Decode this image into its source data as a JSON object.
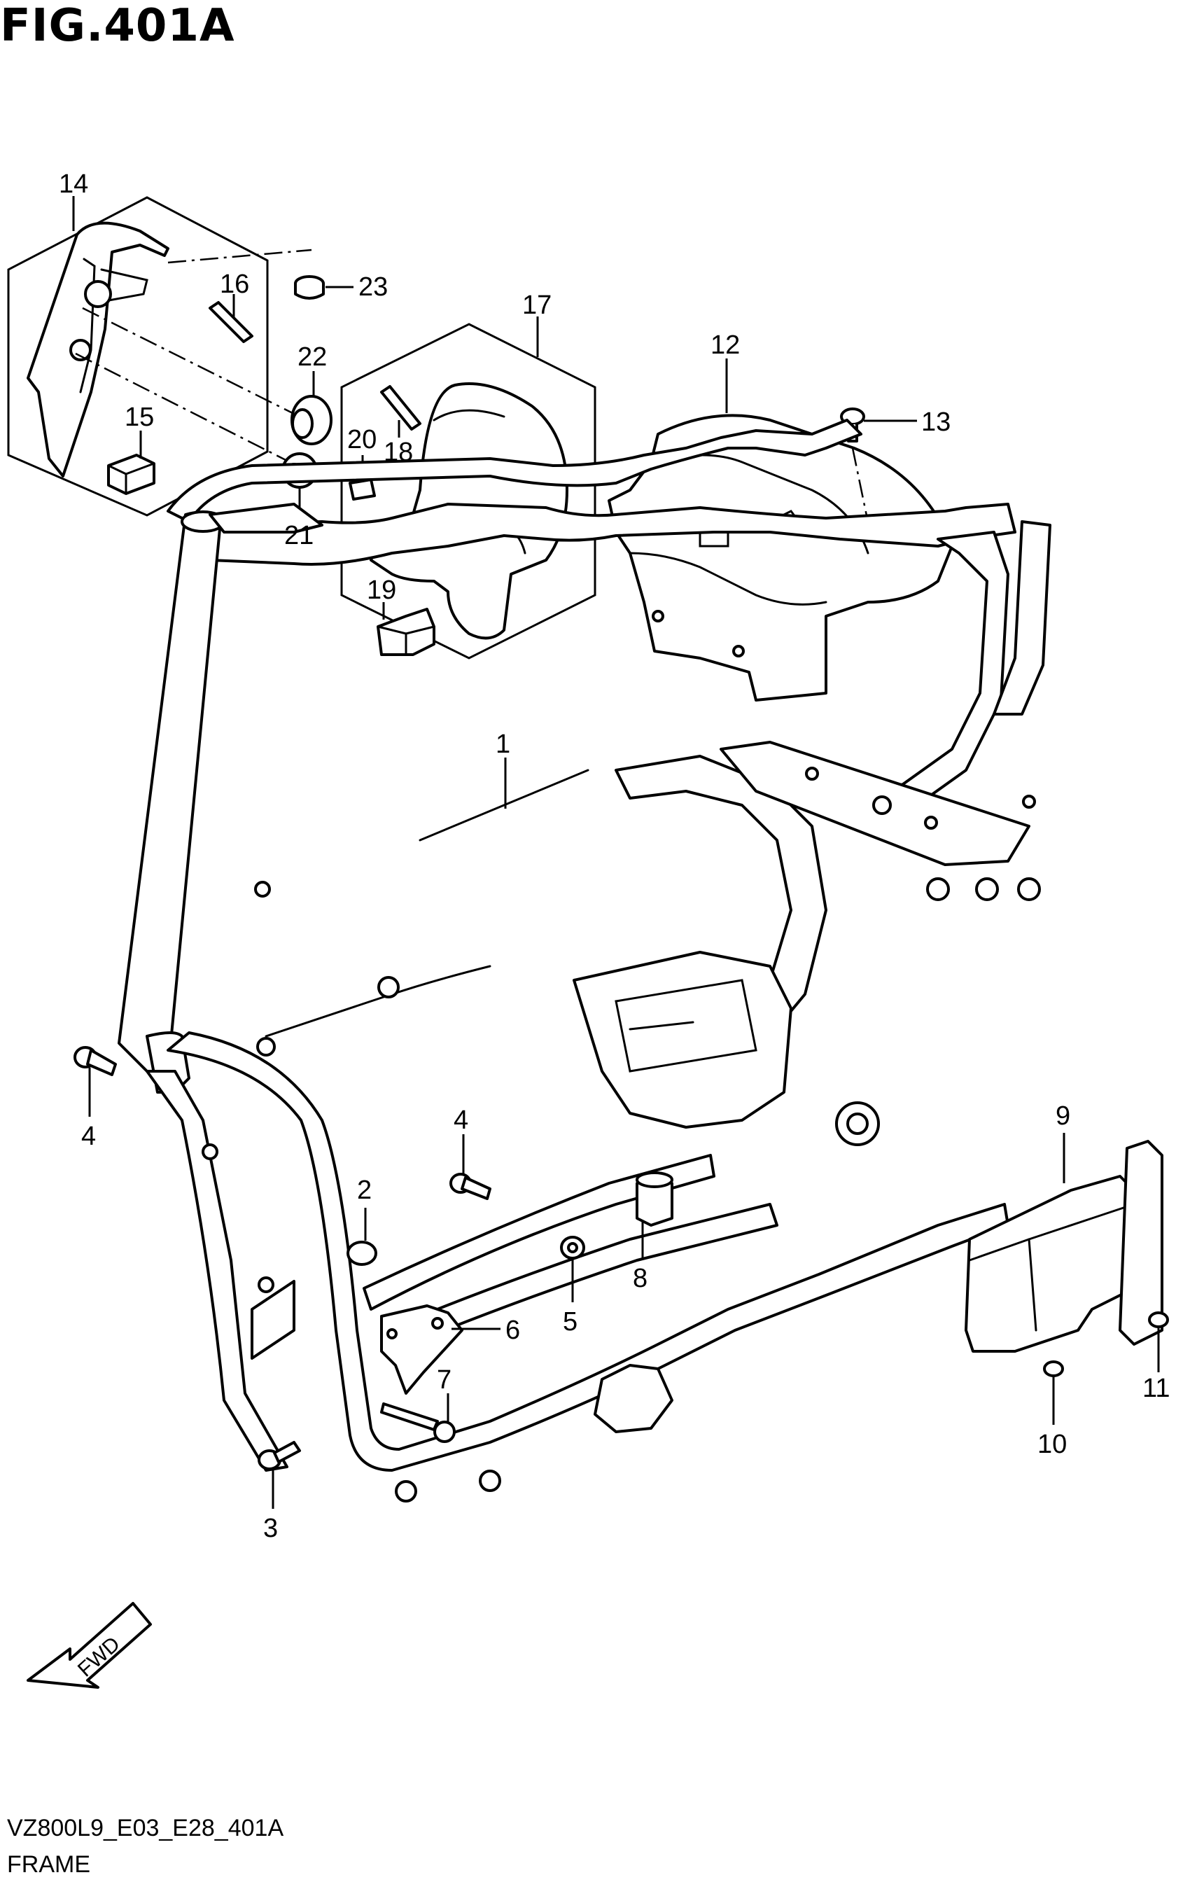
{
  "header": {
    "figure_title": "FIG.401A"
  },
  "callouts": [
    {
      "id": "c1",
      "label": "1"
    },
    {
      "id": "c2",
      "label": "2"
    },
    {
      "id": "c3",
      "label": "3"
    },
    {
      "id": "c4a",
      "label": "4"
    },
    {
      "id": "c4b",
      "label": "4"
    },
    {
      "id": "c5",
      "label": "5"
    },
    {
      "id": "c6",
      "label": "6"
    },
    {
      "id": "c7",
      "label": "7"
    },
    {
      "id": "c8",
      "label": "8"
    },
    {
      "id": "c9",
      "label": "9"
    },
    {
      "id": "c10",
      "label": "10"
    },
    {
      "id": "c11",
      "label": "11"
    },
    {
      "id": "c12",
      "label": "12"
    },
    {
      "id": "c13",
      "label": "13"
    },
    {
      "id": "c14",
      "label": "14"
    },
    {
      "id": "c15",
      "label": "15"
    },
    {
      "id": "c16",
      "label": "16"
    },
    {
      "id": "c17",
      "label": "17"
    },
    {
      "id": "c18",
      "label": "18"
    },
    {
      "id": "c19",
      "label": "19"
    },
    {
      "id": "c20",
      "label": "20"
    },
    {
      "id": "c21",
      "label": "21"
    },
    {
      "id": "c22",
      "label": "22"
    },
    {
      "id": "c23",
      "label": "23"
    }
  ],
  "direction_marker": {
    "label": "FWD"
  },
  "footer": {
    "diagram_code": "VZ800L9_E03_E28_401A",
    "section_name": "FRAME"
  }
}
